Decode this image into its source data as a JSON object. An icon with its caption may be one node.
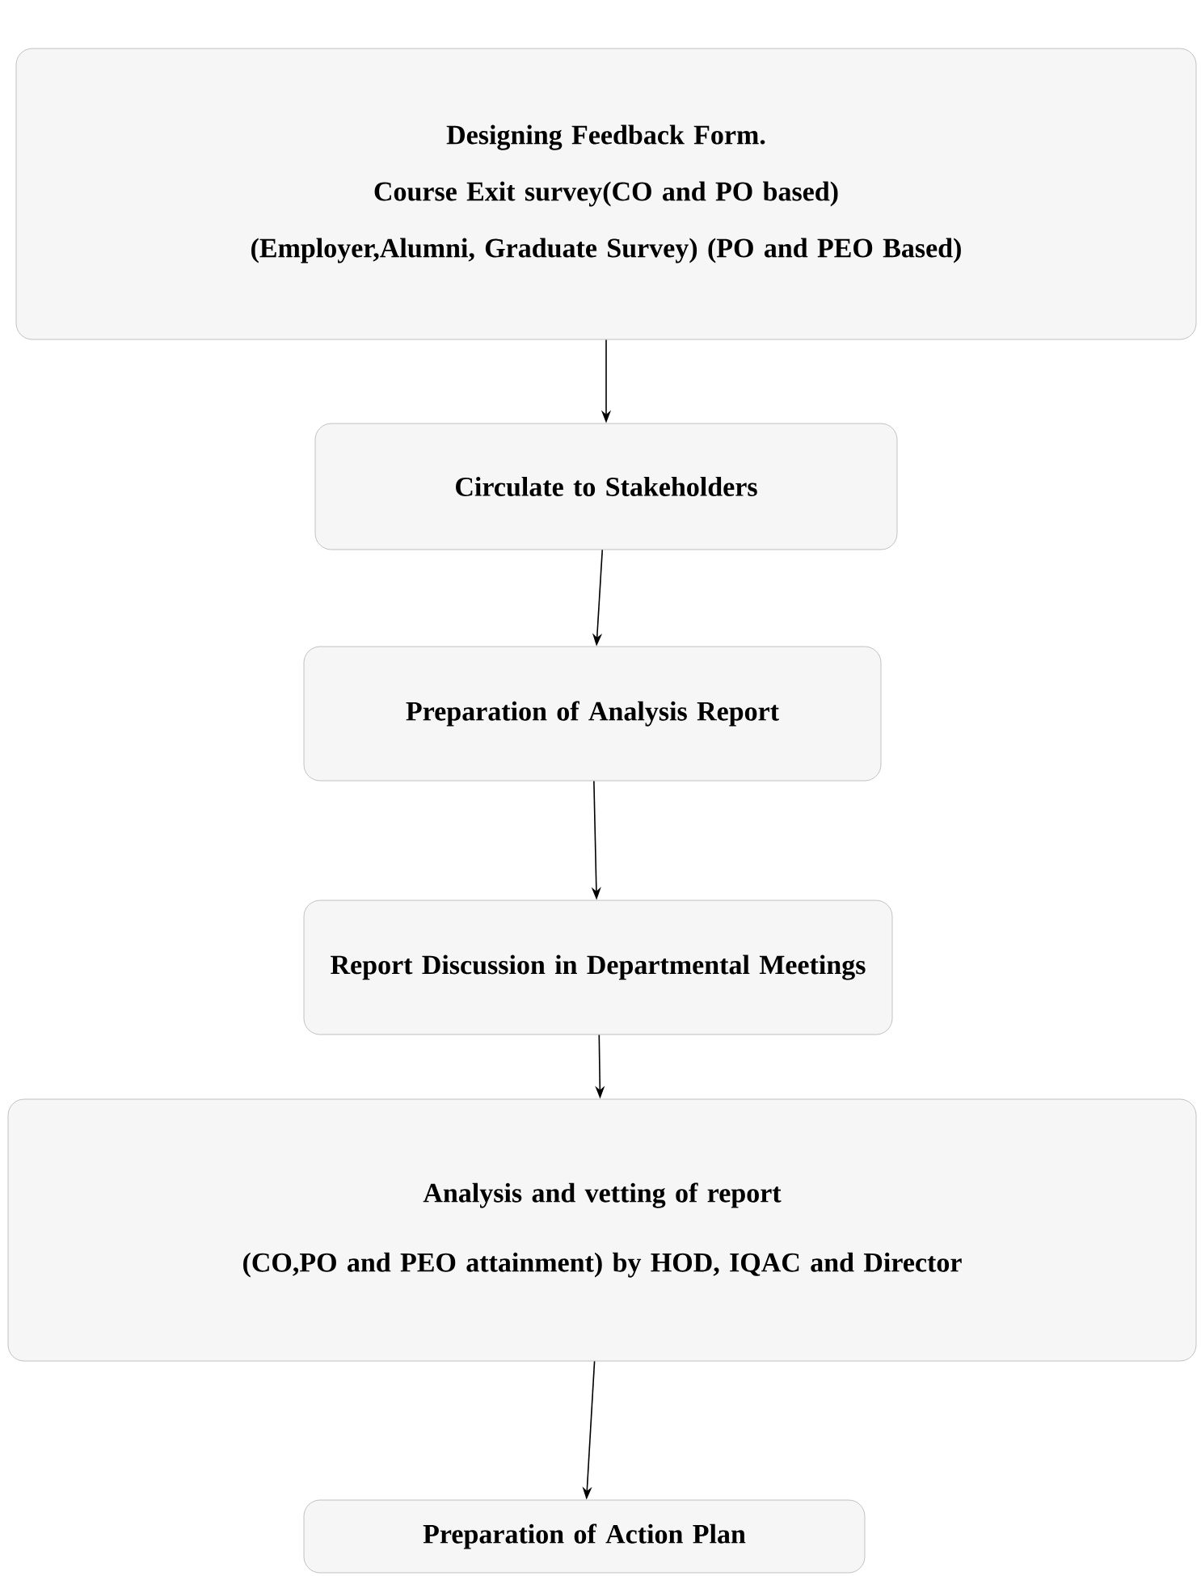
{
  "diagram": {
    "nodes": [
      {
        "text": [
          "Designing Feedback Form.",
          "Course Exit survey(CO and PO based)",
          "(Employer,Alumni, Graduate Survey) (PO and PEO Based)"
        ]
      },
      {
        "text": [
          "Circulate to Stakeholders"
        ]
      },
      {
        "text": [
          "Preparation of Analysis Report"
        ]
      },
      {
        "text": [
          "Report Discussion in Departmental Meetings"
        ]
      },
      {
        "text": [
          "Analysis and vetting of report",
          "(CO,PO and PEO attainment) by HOD, IQAC and Director"
        ]
      },
      {
        "text": [
          "Preparation of Action Plan"
        ]
      }
    ],
    "edges": [
      {
        "from": 0,
        "to": 1,
        "arrow": "to"
      },
      {
        "from": 1,
        "to": 2,
        "arrow": "to"
      },
      {
        "from": 2,
        "to": 3,
        "arrow": "to"
      },
      {
        "from": 3,
        "to": 4,
        "arrow": "to"
      },
      {
        "from": 4,
        "to": 5,
        "arrow": "to"
      }
    ]
  }
}
